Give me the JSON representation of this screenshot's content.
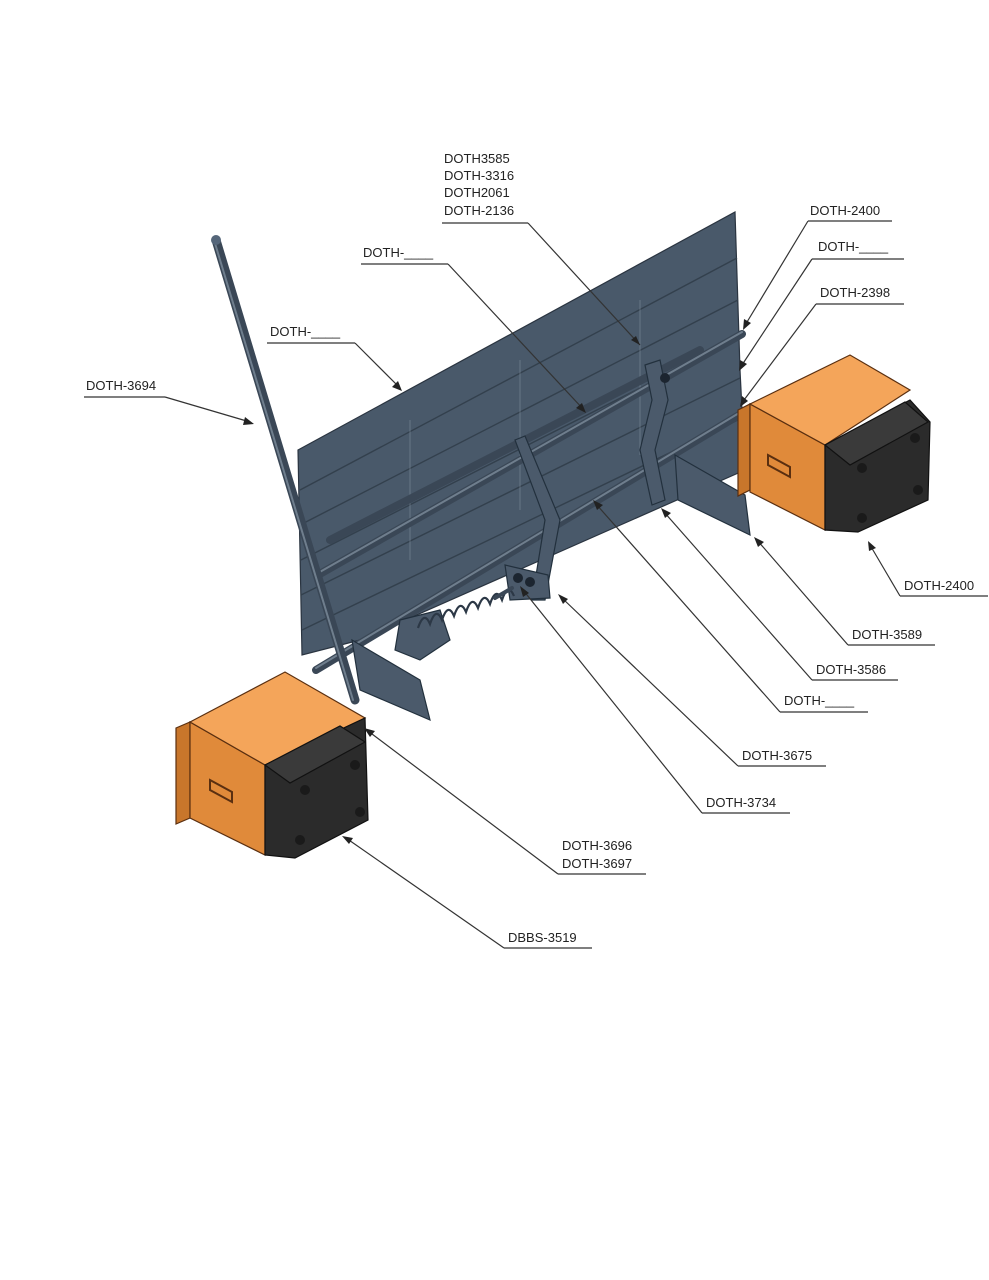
{
  "callouts": [
    {
      "id": "doth3585",
      "text": "DOTH3585"
    },
    {
      "id": "doth3316",
      "text": "DOTH-3316"
    },
    {
      "id": "doth2061",
      "text": "DOTH2061"
    },
    {
      "id": "doth2136",
      "text": "DOTH-2136"
    },
    {
      "id": "doth2400a",
      "text": "DOTH-2400"
    },
    {
      "id": "doth-blank-a",
      "text": "DOTH-____"
    },
    {
      "id": "doth2398",
      "text": "DOTH-2398"
    },
    {
      "id": "doth-blank-b",
      "text": "DOTH-____"
    },
    {
      "id": "doth-blank-c",
      "text": "DOTH-____"
    },
    {
      "id": "doth3694",
      "text": "DOTH-3694"
    },
    {
      "id": "doth2400b",
      "text": "DOTH-2400"
    },
    {
      "id": "doth3589",
      "text": "DOTH-3589"
    },
    {
      "id": "doth3586",
      "text": "DOTH-3586"
    },
    {
      "id": "doth-blank-d",
      "text": "DOTH-____"
    },
    {
      "id": "doth3675",
      "text": "DOTH-3675"
    },
    {
      "id": "doth3734",
      "text": "DOTH-3734"
    },
    {
      "id": "doth3696",
      "text": "DOTH-3696"
    },
    {
      "id": "doth3697",
      "text": "DOTH-3697"
    },
    {
      "id": "dbbs3519",
      "text": "DBBS-3519"
    }
  ],
  "colors": {
    "plate": "#49596a",
    "bumper": "#e08a3a",
    "rubber": "#2b2b2b",
    "background": "#ffffff"
  }
}
